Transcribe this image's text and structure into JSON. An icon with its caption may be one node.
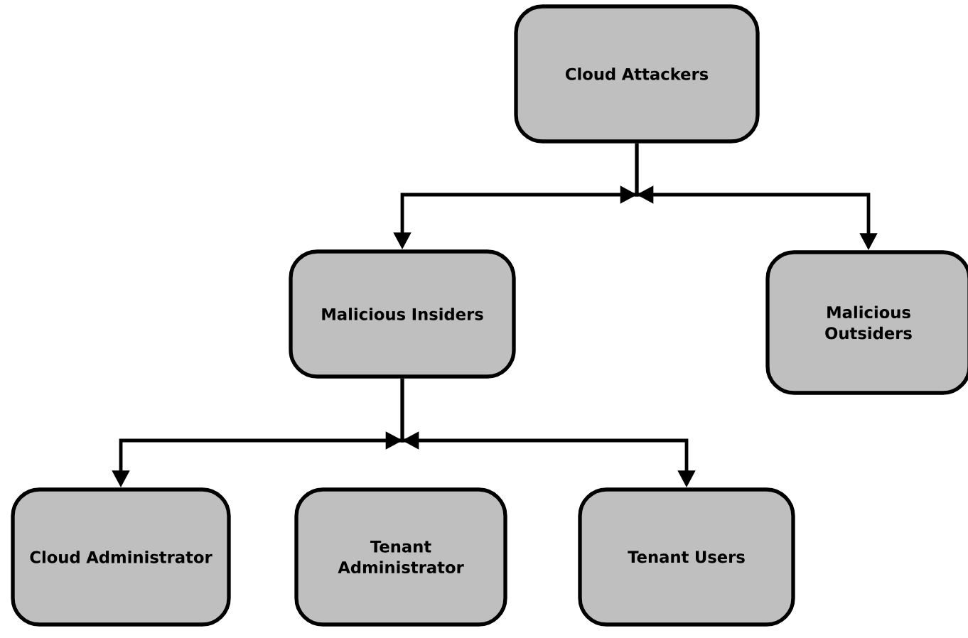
{
  "diagram": {
    "nodes": [
      {
        "text": [
          "Cloud Attackers"
        ]
      },
      {
        "text": [
          "Malicious Insiders"
        ]
      },
      {
        "text": [
          "Malicious Outsiders"
        ]
      },
      {
        "text": [
          "Cloud Administrator"
        ]
      },
      {
        "text": [
          "Tenant Administrator"
        ]
      },
      {
        "text": [
          "Tenant Users"
        ]
      }
    ],
    "edges": [
      {
        "from": 0,
        "to": 1,
        "arrow": "to"
      },
      {
        "from": 0,
        "to": 2,
        "arrow": "to"
      },
      {
        "from": 1,
        "to": 3,
        "arrow": "to"
      },
      {
        "from": 1,
        "to": 5,
        "arrow": "to"
      }
    ]
  }
}
